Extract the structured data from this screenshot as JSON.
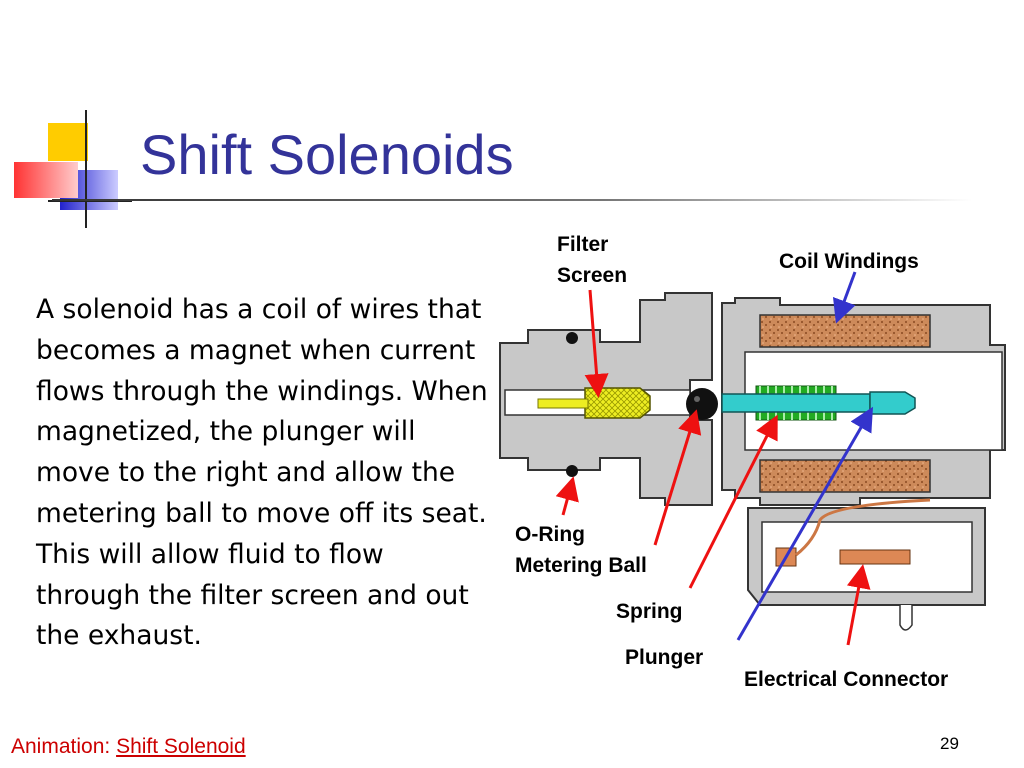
{
  "slide": {
    "title": "Shift Solenoids",
    "body": "A solenoid has a coil of wires that becomes a magnet when current flows through the windings. When magnetized, the plunger will move to the right and allow the metering ball to move off its seat. This will allow fluid to flow through the filter screen and out the exhaust.",
    "slide_number": "29"
  },
  "diagram": {
    "labels": {
      "filter_screen_line1": "Filter",
      "filter_screen_line2": "Screen",
      "coil_windings": "Coil Windings",
      "o_ring": "O-Ring",
      "metering_ball": "Metering Ball",
      "spring": "Spring",
      "plunger": "Plunger",
      "electrical_connector": "Electrical Connector"
    },
    "colors": {
      "body": "#c8c8c8",
      "coil": "#cd8a5a",
      "plunger": "#33cccc",
      "spring": "#22aa22",
      "filter": "#eeee22",
      "pointer_red": "#ee1111",
      "pointer_blue": "#3333cc"
    }
  },
  "footer": {
    "prefix": "Animation: ",
    "link_text": "Shift Solenoid"
  },
  "theme": {
    "title_color": "#333399",
    "footer_color": "#cc0000",
    "accent_yellow": "#ffcc00",
    "accent_blue": "#3333cc",
    "accent_red": "#ff5555"
  }
}
